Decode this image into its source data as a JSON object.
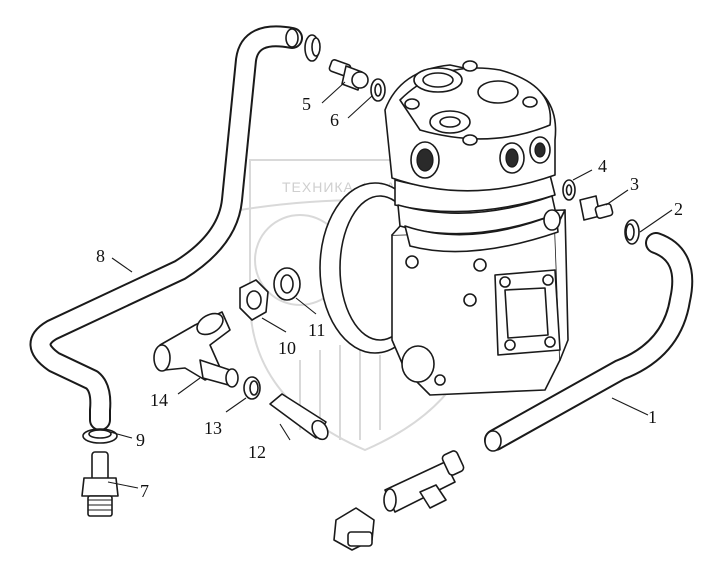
{
  "watermark": {
    "text": "ТЕХНИКА ✦ ЗАПЧАСТИ",
    "color": "#d9d9d9"
  },
  "callouts": [
    "1",
    "2",
    "3",
    "4",
    "5",
    "6",
    "7",
    "8",
    "9",
    "10",
    "11",
    "12",
    "13",
    "14"
  ],
  "colors": {
    "line": "#1a1a1a",
    "background": "#ffffff"
  }
}
